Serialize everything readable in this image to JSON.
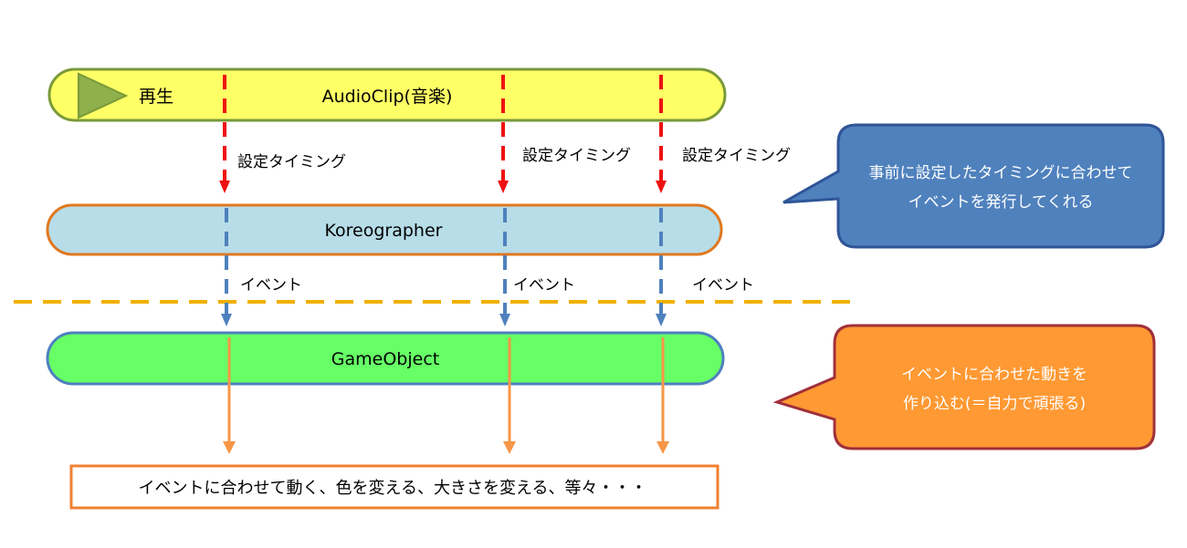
{
  "audio_clip": {
    "play_label": "再生",
    "title": "AudioClip(音楽)",
    "fill_color": "#ffff66",
    "border_color": "#7a9a3a",
    "play_icon_color": "#8fb04a"
  },
  "timing_labels": [
    "設定タイミング",
    "設定タイミング",
    "設定タイミング"
  ],
  "koreographer": {
    "title": "Koreographer",
    "fill_color": "#b7dde8",
    "border_color": "#e07820"
  },
  "event_labels": [
    "イベント",
    "イベント",
    "イベント"
  ],
  "game_object": {
    "title": "GameObject",
    "fill_color": "#66ff66",
    "border_color": "#4f7fc0"
  },
  "result_box": {
    "text": "イベントに合わせて動く、色を変える、大きさを変える、等々・・・",
    "border_color": "#f08030"
  },
  "callout_blue": {
    "lines": [
      "事前に設定したタイミングに合わせて",
      "イベントを発行してくれる"
    ],
    "fill_color": "#4f81bd",
    "border_color": "#2f5597"
  },
  "callout_orange": {
    "lines": [
      "イベントに合わせた動きを",
      "作り込む(＝自力で頑張る)"
    ],
    "fill_color": "#ff9933",
    "border_color": "#a0303a"
  },
  "colors": {
    "timing_arrow": "#ee1111",
    "event_arrow": "#4f81bd",
    "action_arrow": "#f79646",
    "separator": "#f0b000"
  }
}
